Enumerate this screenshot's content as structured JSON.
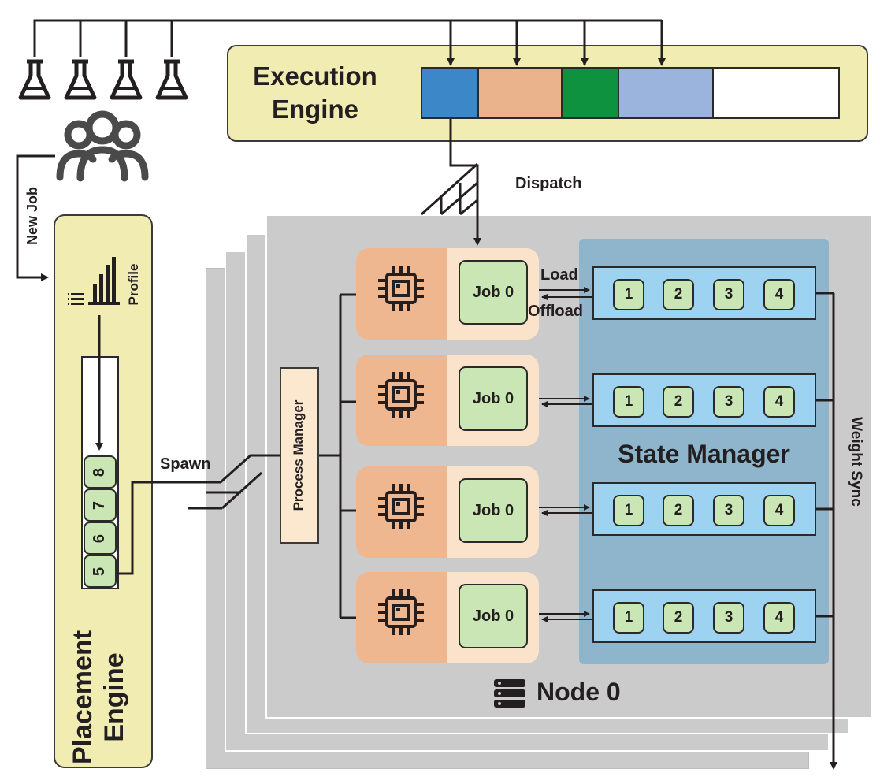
{
  "execution_engine": {
    "title_line1": "Execution",
    "title_line2": "Engine",
    "queue_colors": [
      "#3c87c8",
      "#eab38b",
      "#0f9240",
      "#9bb4de",
      "#ffffff"
    ]
  },
  "placement_engine": {
    "title_line1": "Placement",
    "title_line2": "Engine",
    "profile_label": "Profile",
    "queue_slots": [
      "8",
      "7",
      "6",
      "5"
    ]
  },
  "labels": {
    "new_job": "New Job",
    "dispatch": "Dispatch",
    "spawn": "Spawn",
    "process_manager": "Process Manager",
    "state_manager": "State Manager",
    "weight_sync": "Weight Sync",
    "load": "Load",
    "offload": "Offload",
    "node": "Node 0"
  },
  "processes": [
    {
      "job": "Job 0",
      "slots": [
        "1",
        "2",
        "3",
        "4"
      ]
    },
    {
      "job": "Job 0",
      "slots": [
        "1",
        "2",
        "3",
        "4"
      ]
    },
    {
      "job": "Job 0",
      "slots": [
        "1",
        "2",
        "3",
        "4"
      ]
    },
    {
      "job": "Job 0",
      "slots": [
        "1",
        "2",
        "3",
        "4"
      ]
    }
  ],
  "icons": {
    "experiments": [
      "flask-icon",
      "flask-icon",
      "flask-icon",
      "flask-icon"
    ],
    "users": "users-group-icon",
    "profile": "bar-chart-icon",
    "cpu": "cpu-chip-icon",
    "node": "server-icon"
  },
  "colors": {
    "engine_fill": "#f0ecb2",
    "node_fill": "#cbcbcb",
    "state_manager_fill": "#8fb5cc",
    "slot_row_fill": "#9dd2f1",
    "job_fill": "#c9e6b4",
    "process_dark": "#efb790",
    "process_light": "#fbe2cb"
  }
}
